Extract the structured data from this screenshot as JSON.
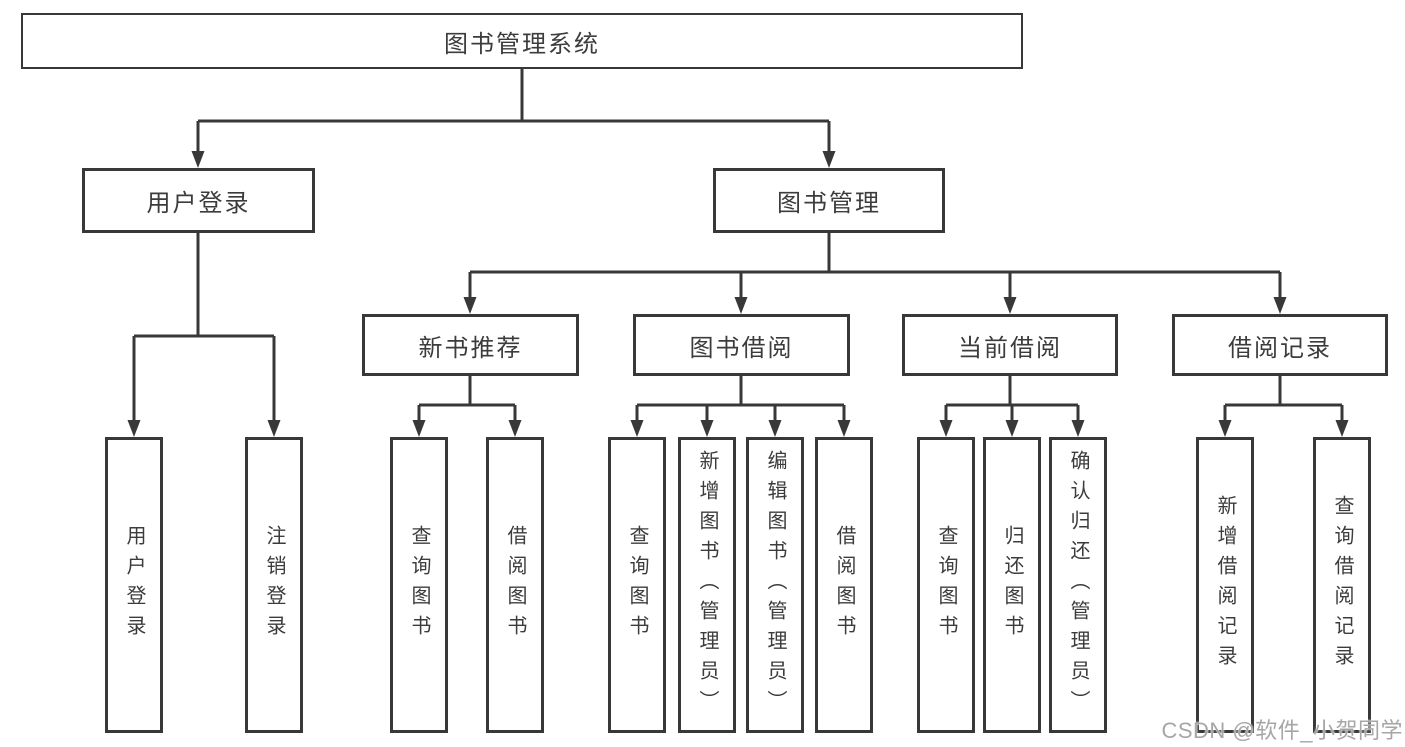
{
  "diagram": {
    "title": "图书管理系统",
    "level2": [
      {
        "label": "用户登录"
      },
      {
        "label": "图书管理"
      }
    ],
    "level3": [
      {
        "label": "新书推荐"
      },
      {
        "label": "图书借阅"
      },
      {
        "label": "当前借阅"
      },
      {
        "label": "借阅记录"
      }
    ],
    "leaves": {
      "user_login": [
        "用户登录",
        "注销登录"
      ],
      "new_book_recommend": [
        "查询图书",
        "借阅图书"
      ],
      "book_borrow": [
        "查询图书",
        "新增图书（管理员）",
        "编辑图书（管理员）",
        "借阅图书"
      ],
      "current_borrow": [
        "查询图书",
        "归还图书",
        "确认归还（管理员）"
      ],
      "borrow_record": [
        "新增借阅记录",
        "查询借阅记录"
      ]
    }
  },
  "watermark": {
    "text": "CSDN @软件_小贺同学"
  },
  "colors": {
    "line": "#383838",
    "text": "#3c3c3c",
    "background": "#ffffff",
    "watermark": "#a6a6a6"
  }
}
